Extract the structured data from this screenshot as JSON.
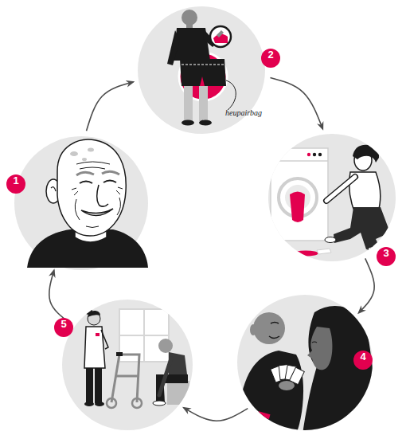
{
  "diagram": {
    "nodes": [
      {
        "text": [
          "1"
        ]
      },
      {
        "text": [
          "2",
          "heupairbag"
        ]
      },
      {
        "text": [
          "3"
        ]
      },
      {
        "text": [
          "4"
        ]
      },
      {
        "text": [
          "5"
        ]
      }
    ],
    "edges": [
      {
        "from": 0,
        "to": 1,
        "arrow": "to"
      },
      {
        "from": 1,
        "to": 2,
        "arrow": "to"
      },
      {
        "from": 2,
        "to": 3,
        "arrow": "to"
      },
      {
        "from": 3,
        "to": 4,
        "arrow": "to"
      },
      {
        "from": 4,
        "to": 0,
        "arrow": "to"
      }
    ]
  }
}
